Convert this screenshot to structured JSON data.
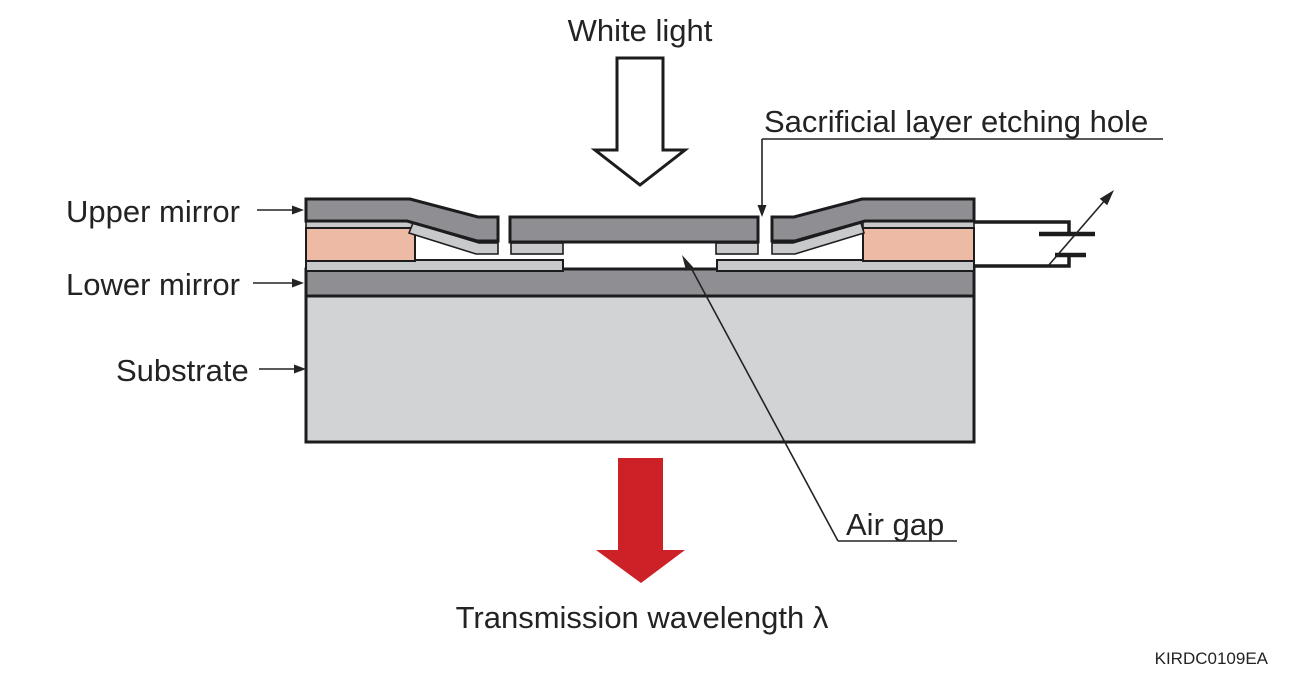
{
  "labels": {
    "white_light": "White light",
    "sacrificial_hole": "Sacrificial layer etching hole",
    "upper_mirror": "Upper mirror",
    "lower_mirror": "Lower mirror",
    "substrate": "Substrate",
    "air_gap": "Air gap",
    "transmission_wavelength": "Transmission wavelength λ",
    "figure_code": "KIRDC0109EA"
  },
  "colors": {
    "mirror_gray": "#8f8f93",
    "thin_layer_gray": "#c7c9cb",
    "sacrificial_pink": "#edbaa6",
    "substrate_gray": "#d2d3d5",
    "outline": "#1c1b1e",
    "red_arrow": "#cc2127",
    "white_arrow_fill": "#ffffff",
    "text": "#242324"
  }
}
